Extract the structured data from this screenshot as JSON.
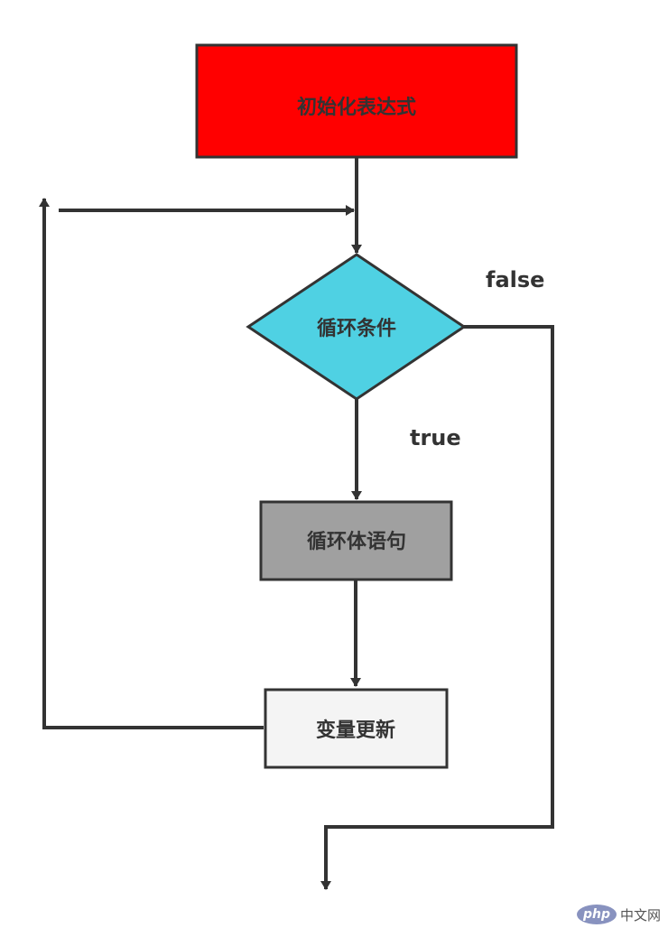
{
  "nodes": {
    "init": {
      "label": "初始化表达式",
      "fill": "#ff0000"
    },
    "condition": {
      "label": "循环条件",
      "fill": "#4fd1e3"
    },
    "body": {
      "label": "循环体语句",
      "fill": "#a0a0a0"
    },
    "update": {
      "label": "变量更新",
      "fill": "#f4f4f4"
    }
  },
  "edges": {
    "false_label": "false",
    "true_label": "true"
  },
  "colors": {
    "stroke": "#333333"
  },
  "watermark": {
    "logo": "php",
    "text": "中文网"
  }
}
